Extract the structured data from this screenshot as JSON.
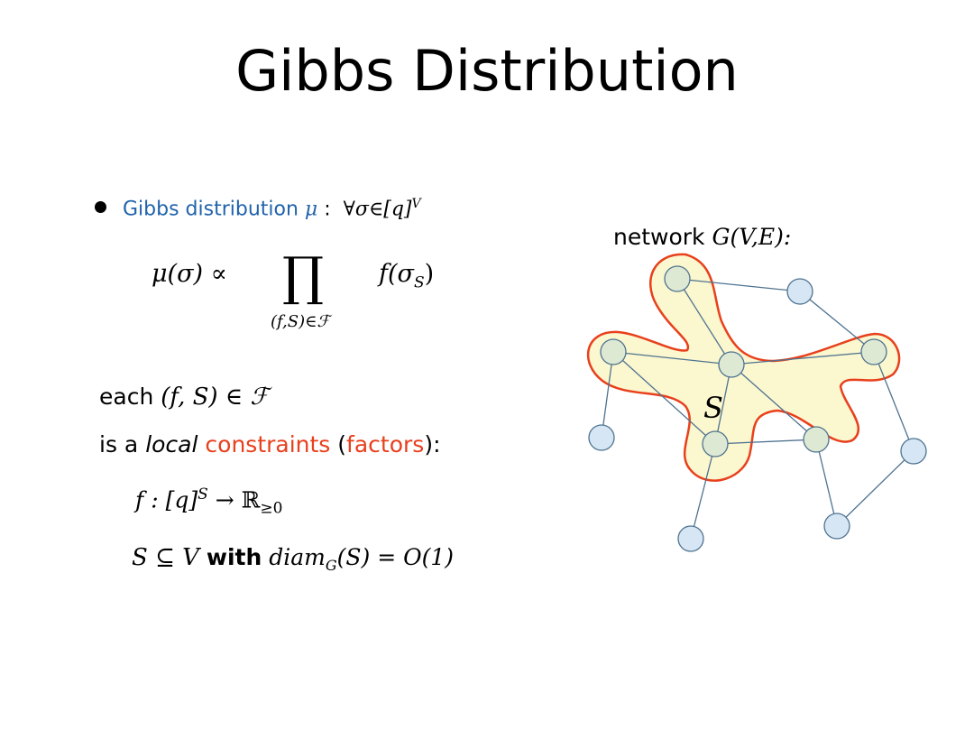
{
  "title": "Gibbs Distribution",
  "bullet": {
    "label": "Gibbs distribution",
    "mu": "μ",
    "colon": ":",
    "forall": "∀σ∈[q]",
    "forall_sup": "V"
  },
  "formula": {
    "lhs": "μ(σ) ∝",
    "prod": "∏",
    "subscript": "(f,S)∈ℱ",
    "rhs": "f(σ",
    "rhs_sub": "S",
    "rhs_close": ")"
  },
  "each": {
    "word": "each",
    "expr": "(f, S) ∈ ℱ"
  },
  "local": {
    "prefix": "is a ",
    "local_word": "local",
    "constraints": "constraints",
    "open_paren": " (",
    "factors": "factors",
    "close": "):"
  },
  "f_line": {
    "expr": "f : [q]",
    "sup": "S",
    "arrow": " → ℝ",
    "sub": "≥0"
  },
  "s_line": {
    "expr": "S ⊆ V",
    "with": "with",
    "diam": "diam",
    "diam_sub": "G",
    "diam_rest": "(S) = O(1)"
  },
  "network": {
    "word": "network",
    "expr": "G(V,E):"
  },
  "graph": {
    "set_label": "S"
  },
  "colors": {
    "blue_text": "#2163ac",
    "red_text": "#e8401c",
    "region_fill": "#fbf7cf",
    "region_stroke": "#e8401c",
    "inner_node": "#dde9d2",
    "outer_node": "#d6e6f4",
    "edge": "#4f7390"
  }
}
